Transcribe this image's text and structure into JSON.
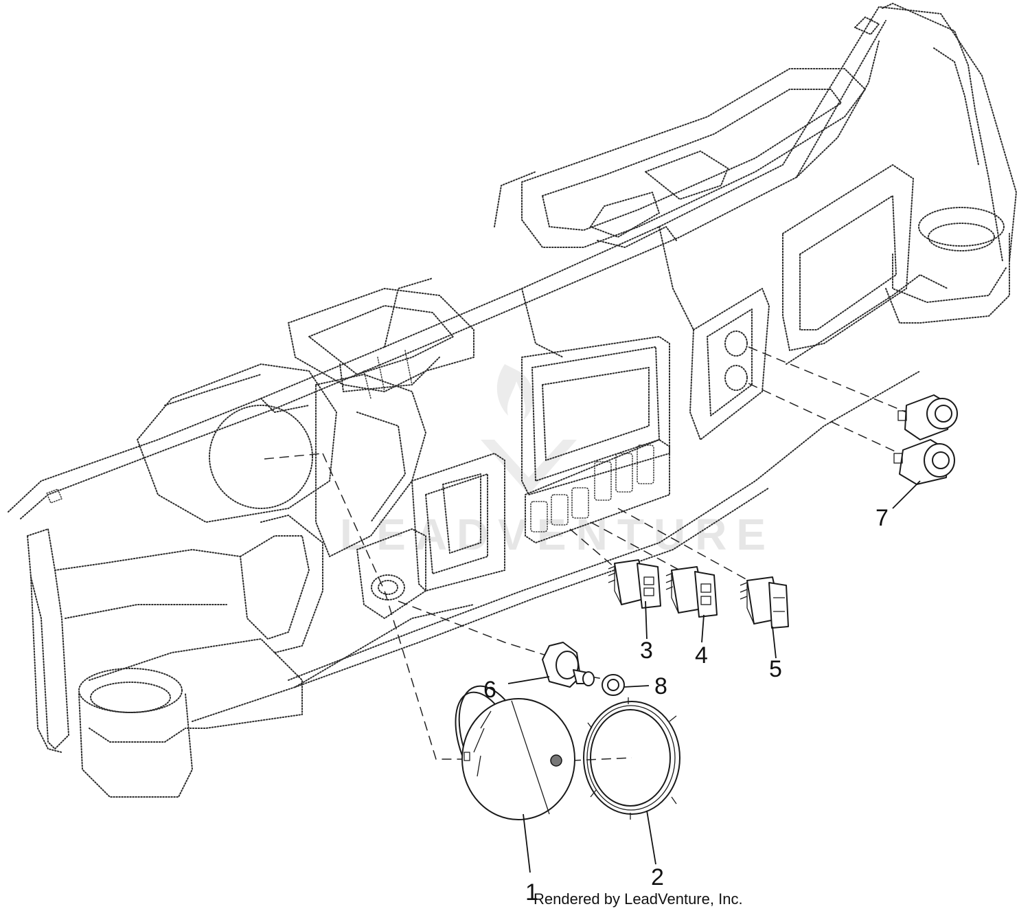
{
  "diagram": {
    "callouts": [
      {
        "id": "1",
        "label": "1"
      },
      {
        "id": "2",
        "label": "2"
      },
      {
        "id": "3",
        "label": "3"
      },
      {
        "id": "4",
        "label": "4"
      },
      {
        "id": "5",
        "label": "5"
      },
      {
        "id": "6",
        "label": "6"
      },
      {
        "id": "7",
        "label": "7"
      },
      {
        "id": "8",
        "label": "8"
      }
    ],
    "credit": "Rendered by LeadVenture, Inc.",
    "watermark": "LEADVENTURE"
  }
}
